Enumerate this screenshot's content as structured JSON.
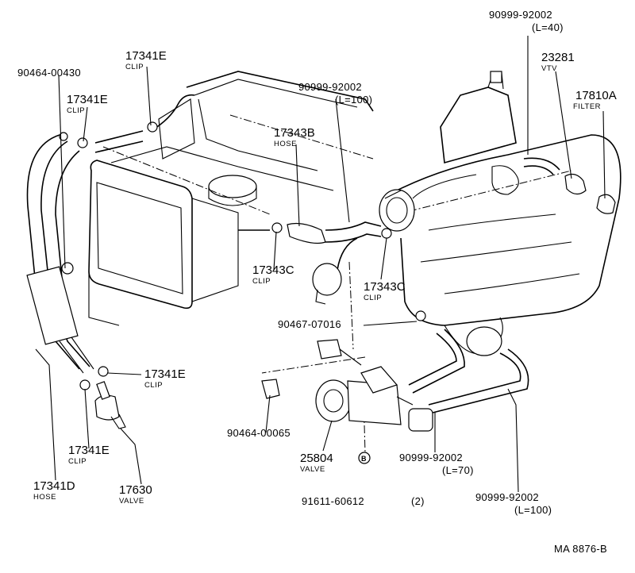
{
  "labels": {
    "p90999_92002_l40": "90999-92002",
    "p90999_92002_l40_len": "(L=40)",
    "p23281": "23281",
    "p23281_sub": "VTV",
    "p17810a": "17810A",
    "p17810a_sub": "FILTER",
    "p17341e_top": "17341E",
    "p17341e_top_sub": "CLIP",
    "p90464_00430": "90464-00430",
    "p17341e_left": "17341E",
    "p17341e_left_sub": "CLIP",
    "p90999_92002_l100a": "90999-92002",
    "p90999_92002_l100a_len": "(L=100)",
    "p17343b": "17343B",
    "p17343b_sub": "HOSE",
    "p17343c_a": "17343C",
    "p17343c_a_sub": "CLIP",
    "p17343c_b": "17343C",
    "p17343c_b_sub": "CLIP",
    "p90467_07016": "90467-07016",
    "p17341e_mid": "17341E",
    "p17341e_mid_sub": "CLIP",
    "p17341e_low": "17341E",
    "p17341e_low_sub": "CLIP",
    "p90464_00065": "90464-00065",
    "p25804": "25804",
    "p25804_sub": "VALVE",
    "p17341d": "17341D",
    "p17341d_sub": "HOSE",
    "p17630": "17630",
    "p17630_sub": "VALVE",
    "p90999_92002_l70": "90999-92002",
    "p90999_92002_l70_len": "(L=70)",
    "p91611_60612": "91611-60612",
    "p91611_60612_qty": "(2)",
    "p90999_92002_l100b": "90999-92002",
    "p90999_92002_l100b_len": "(L=100)",
    "callout_b": "B",
    "figure_code": "MA 8876-B"
  }
}
